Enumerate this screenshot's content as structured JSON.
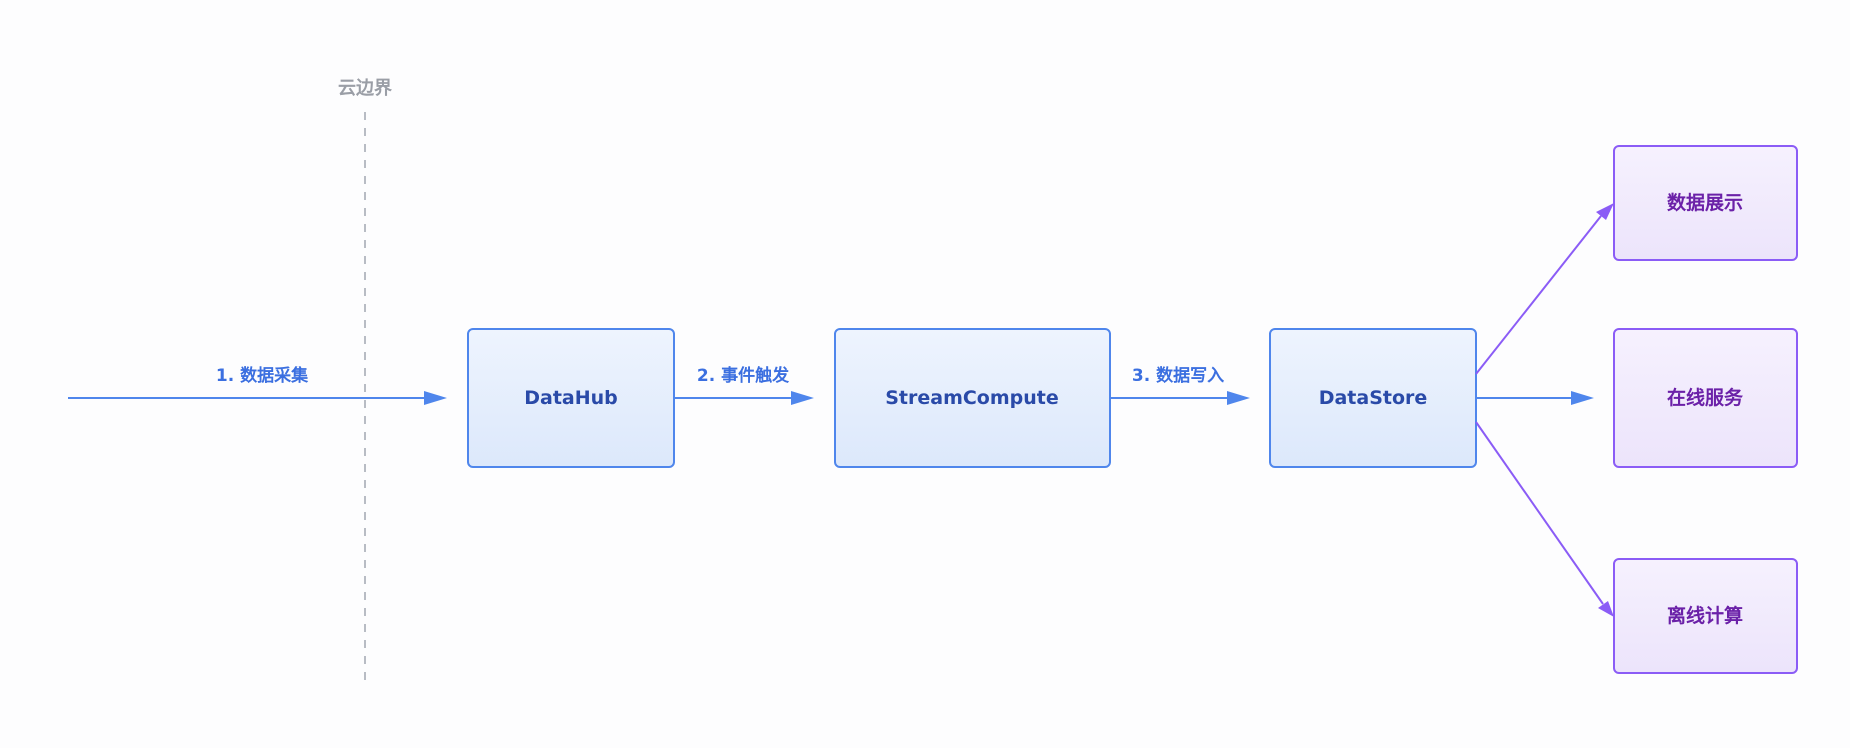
{
  "colors": {
    "blue_stroke": "#4f86ec",
    "blue_fill_top": "#eef4fe",
    "blue_fill_bottom": "#dce8fb",
    "blue_text": "#2a4aa8",
    "purple_stroke": "#8b5cf6",
    "purple_fill_top": "#f6f1fe",
    "purple_fill_bottom": "#ece4fb",
    "purple_text": "#6b21a8",
    "edge_label": "#3b6fe0",
    "boundary": "#b8bcc4",
    "boundary_text": "#9a9ea6"
  },
  "boundary": {
    "label": "云边界"
  },
  "nodes": {
    "datahub": "DataHub",
    "streamcompute": "StreamCompute",
    "datastore": "DataStore",
    "display": "数据展示",
    "online": "在线服务",
    "offline": "离线计算"
  },
  "edges": {
    "collect": "1. 数据采集",
    "trigger": "2. 事件触发",
    "write": "3. 数据写入"
  }
}
